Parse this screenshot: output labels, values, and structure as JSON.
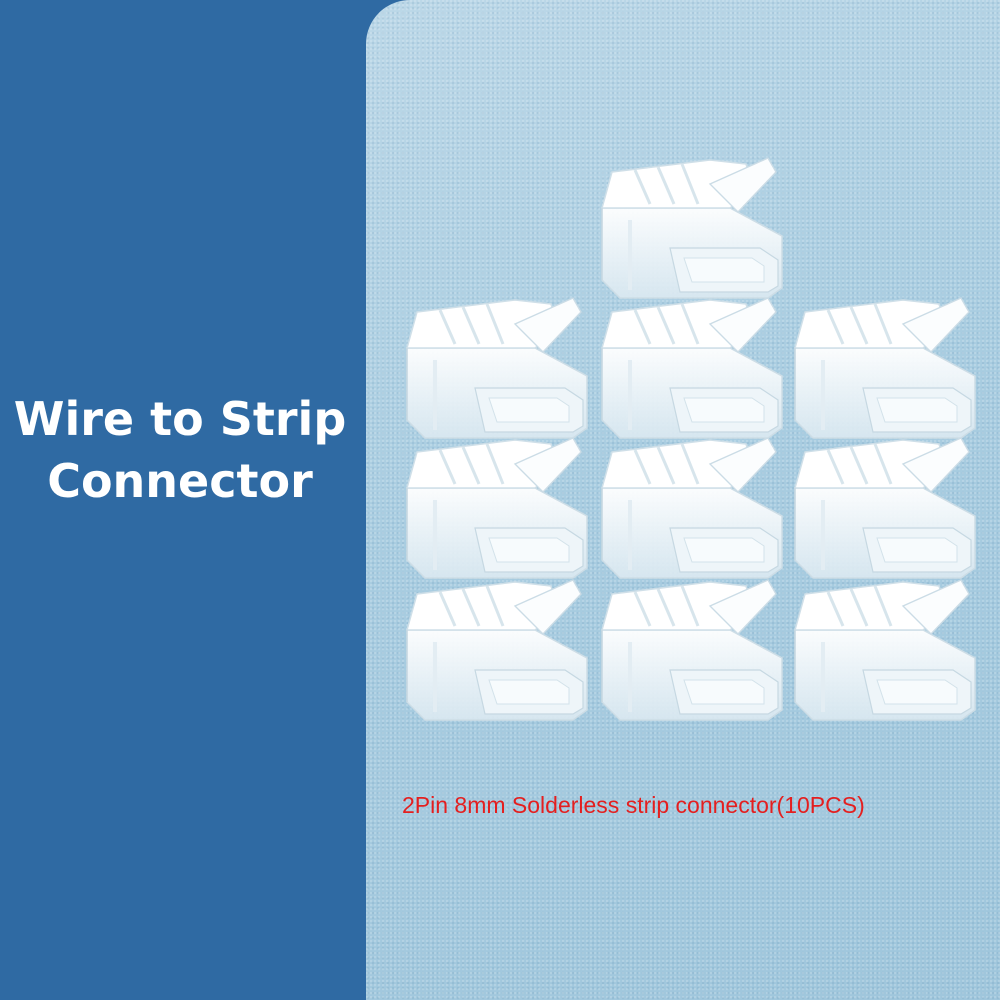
{
  "headline": {
    "line1": "Wire to Strip",
    "line2": "Connector"
  },
  "caption": "2Pin 8mm Solderless strip connector(10PCS)",
  "product_image": {
    "icon": "clear-plastic-connector-icon",
    "count": 10
  },
  "colors": {
    "background": "#2f6aa3",
    "headline_text": "#ffffff",
    "caption_text": "#e41f1f",
    "photo_background": "#a9cde1"
  }
}
